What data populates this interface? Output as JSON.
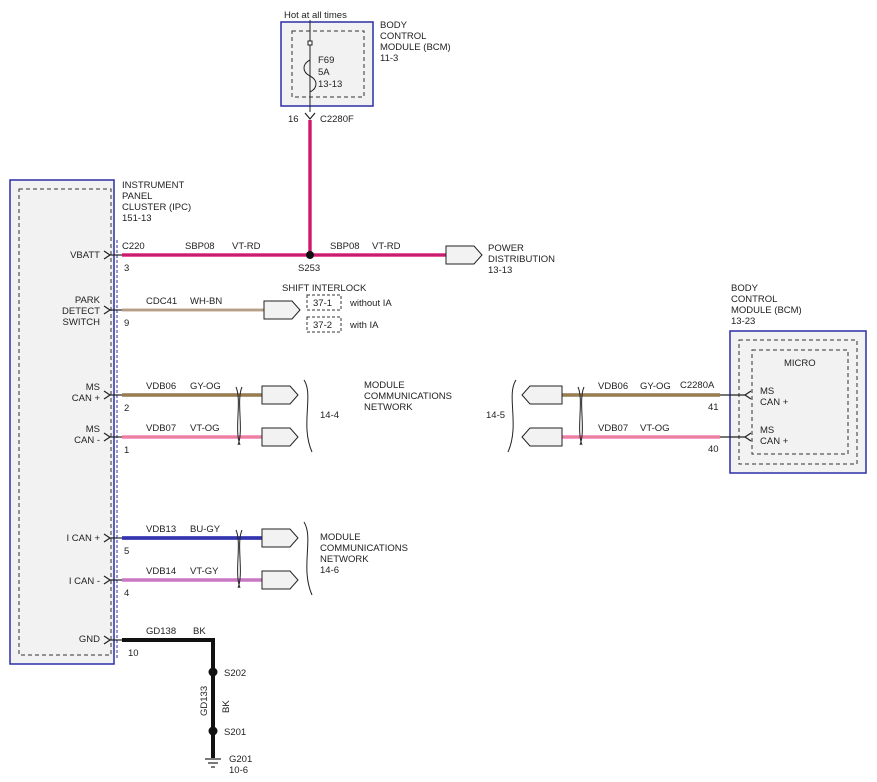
{
  "colors": {
    "module_border": "#2b2fa8",
    "module_fill": "#f2f2f2",
    "vt_rd": "#e0207a",
    "gy_og": "#8a7a5a",
    "vt_og": "#f080b8",
    "bu_gy": "#1a1aa8",
    "vt_gy": "#d070c8",
    "bk": "#111111"
  },
  "bcm_top": {
    "supply_label": "Hot at all times",
    "fuse_name": "F69",
    "fuse_rating": "5A",
    "fuse_ref": "13-13",
    "title_line1": "BODY",
    "title_line2": "CONTROL",
    "title_line3": "MODULE (BCM)",
    "title_ref": "11-3",
    "pin": "16",
    "connector": "C2280F"
  },
  "ipc": {
    "title_line1": "INSTRUMENT",
    "title_line2": "PANEL",
    "title_line3": "CLUSTER (IPC)",
    "title_ref": "151-13",
    "connector": "C220",
    "pins": {
      "vbatt": "VBATT",
      "park_line1": "PARK",
      "park_line2": "DETECT",
      "park_line3": "SWITCH",
      "ms_can_plus_line1": "MS",
      "ms_can_plus_line2": "CAN +",
      "ms_can_minus_line1": "MS",
      "ms_can_minus_line2": "CAN -",
      "i_can_plus": "I CAN +",
      "i_can_minus": "I CAN -",
      "gnd": "GND"
    },
    "pin_numbers": {
      "vbatt": "3",
      "park": "9",
      "ms_can_plus": "2",
      "ms_can_minus": "1",
      "i_can_plus": "5",
      "i_can_minus": "4",
      "gnd": "10"
    }
  },
  "wires": {
    "sbp08_left_circuit": "SBP08",
    "sbp08_left_color": "VT-RD",
    "sbp08_right_circuit": "SBP08",
    "sbp08_right_color": "VT-RD",
    "splice_s253": "S253",
    "cdc41_circuit": "CDC41",
    "cdc41_color": "WH-BN",
    "vdb06_left_circuit": "VDB06",
    "vdb06_left_color": "GY-OG",
    "vdb07_left_circuit": "VDB07",
    "vdb07_left_color": "VT-OG",
    "vdb13_circuit": "VDB13",
    "vdb13_color": "BU-GY",
    "vdb14_circuit": "VDB14",
    "vdb14_color": "VT-GY",
    "gd138_circuit": "GD138",
    "gd138_color": "BK",
    "gd133_circuit": "GD133",
    "gd133_color": "BK",
    "splice_s202": "S202",
    "splice_s201": "S201",
    "ground_connector": "G201",
    "ground_ref": "10-6",
    "vdb06_right_circuit": "VDB06",
    "vdb06_right_color": "GY-OG",
    "vdb07_right_circuit": "VDB07",
    "vdb07_right_color": "VT-OG"
  },
  "power_distribution": {
    "line1": "POWER",
    "line2": "DISTRIBUTION",
    "ref": "13-13"
  },
  "shift_interlock": {
    "title": "SHIFT INTERLOCK",
    "ref1": "37-1",
    "ref1_label": "without IA",
    "ref2": "37-2",
    "ref2_label": "with IA"
  },
  "network_ms_left": {
    "line1": "MODULE",
    "line2": "COMMUNICATIONS",
    "line3": "NETWORK",
    "ref": "14-4"
  },
  "network_i": {
    "line1": "MODULE",
    "line2": "COMMUNICATIONS",
    "line3": "NETWORK",
    "ref": "14-6"
  },
  "network_ms_right": {
    "ref": "14-5"
  },
  "bcm_right": {
    "title_line1": "BODY",
    "title_line2": "CONTROL",
    "title_line3": "MODULE (BCM)",
    "title_ref": "13-23",
    "micro": "MICRO",
    "connector": "C2280A",
    "pin_plus_line1": "MS",
    "pin_plus_line2": "CAN +",
    "pin_minus_line1": "MS",
    "pin_minus_line2": "CAN +",
    "pin_plus_number": "41",
    "pin_minus_number": "40"
  }
}
